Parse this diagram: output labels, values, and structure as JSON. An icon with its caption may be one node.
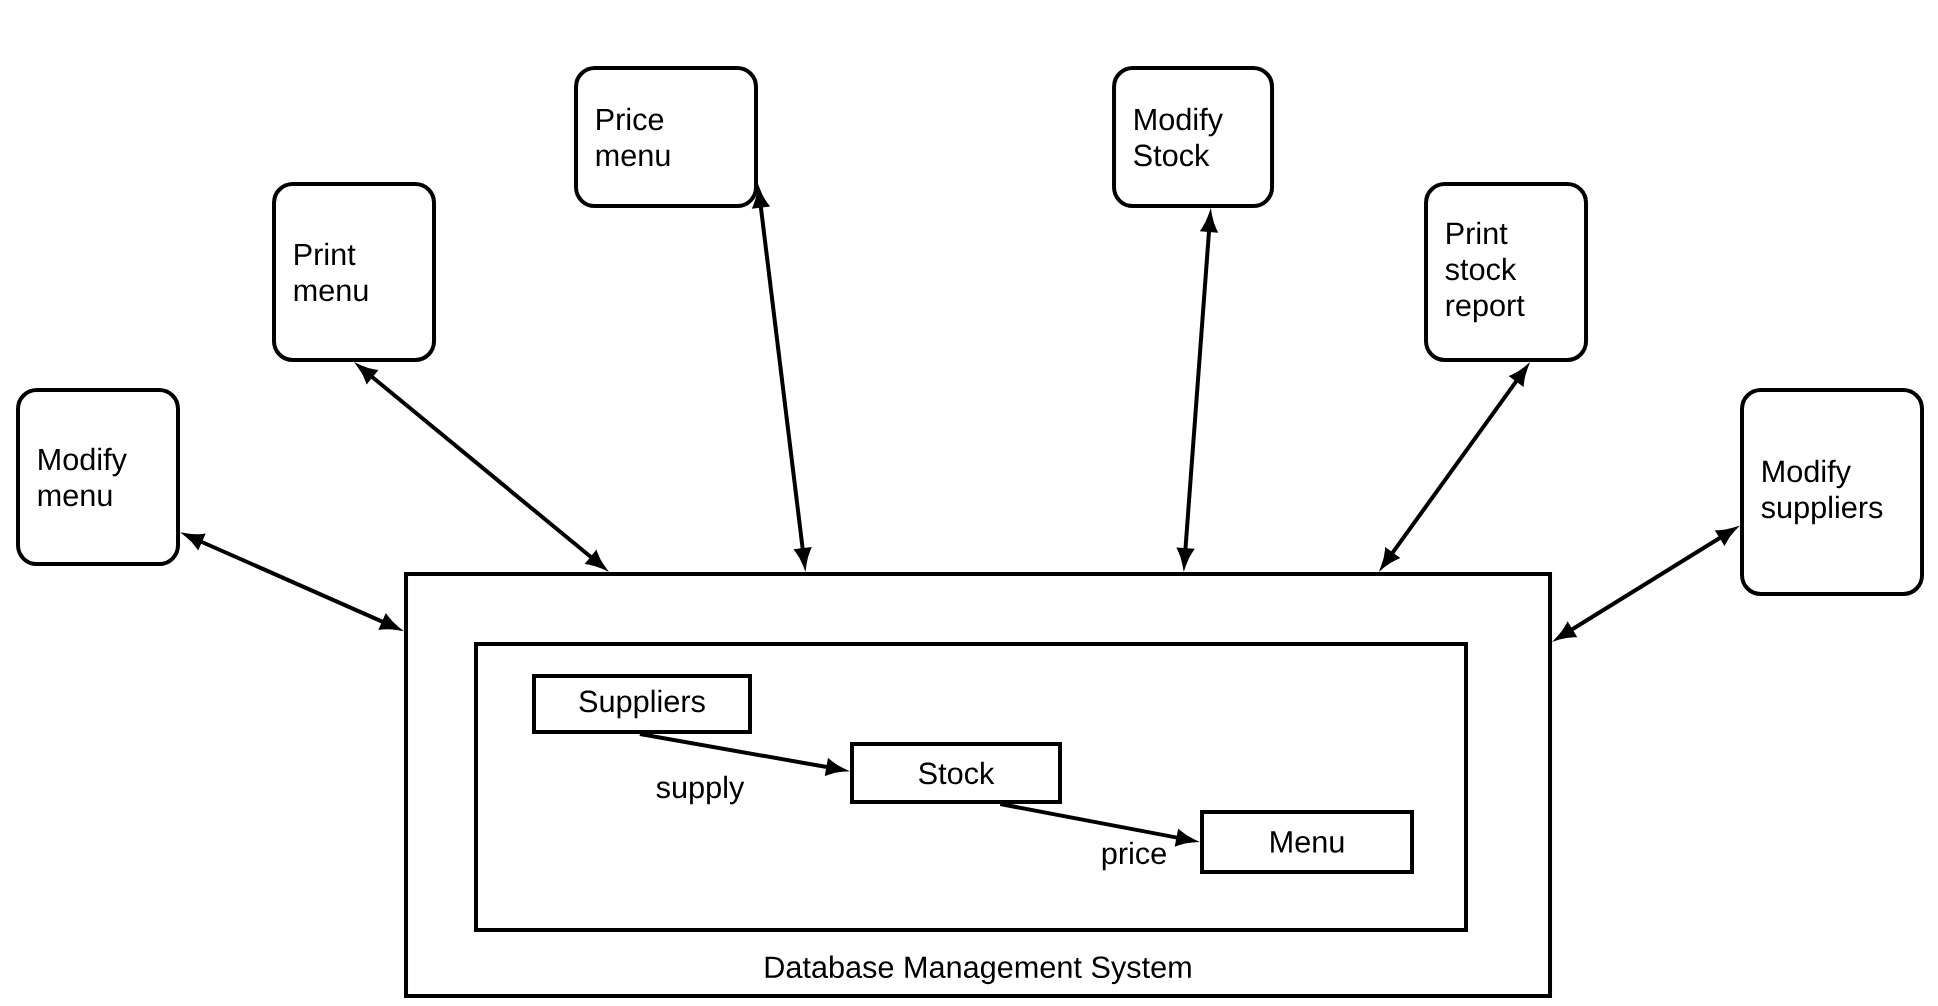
{
  "diagram": {
    "nodes": [
      {
        "text": [
          "Database Management System"
        ]
      },
      {
        "text": [],
        "shape": "box",
        "in": 0
      },
      {
        "text": [
          "Suppliers"
        ],
        "in": 1
      },
      {
        "text": [
          "Stock"
        ],
        "in": 1
      },
      {
        "text": [
          "Menu"
        ],
        "in": 1
      },
      {
        "text": [
          "Modify menu"
        ]
      },
      {
        "text": [
          "Print menu"
        ]
      },
      {
        "text": [
          "Price menu"
        ]
      },
      {
        "text": [
          "Modify Stock"
        ]
      },
      {
        "text": [
          "Print stock report"
        ]
      },
      {
        "text": [
          "Modify suppliers"
        ]
      }
    ],
    "edges": [
      {
        "from": 2,
        "to": 3,
        "arrow": "to",
        "label": "supply"
      },
      {
        "from": 3,
        "to": 4,
        "arrow": "to",
        "label": "price"
      },
      {
        "from": 5,
        "to": 0,
        "arrow": "both"
      },
      {
        "from": 6,
        "to": 0,
        "arrow": "both"
      },
      {
        "from": 7,
        "to": 0,
        "arrow": "both"
      },
      {
        "from": 8,
        "to": 0,
        "arrow": "both"
      },
      {
        "from": 9,
        "to": 0,
        "arrow": "both"
      },
      {
        "from": 10,
        "to": 0,
        "arrow": "both"
      }
    ]
  }
}
